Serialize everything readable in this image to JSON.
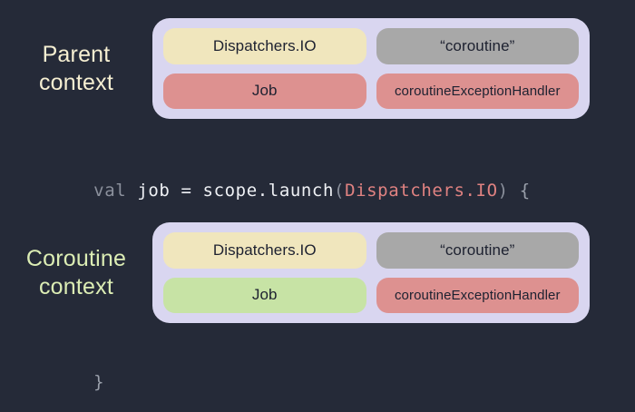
{
  "theme": {
    "background": "#252a38",
    "container_bg": "#d9d6f0",
    "chip_yellow": "#f0e6bd",
    "chip_gray": "#a8a8a8",
    "chip_red": "#dd9190",
    "chip_green": "#c7e3a5",
    "label_cream": "#f6efd2",
    "label_green": "#dcedb4",
    "code_keyword": "#8b909c",
    "code_plain": "#eef0f4",
    "code_type": "#e08281"
  },
  "parent_context": {
    "label_line1": "Parent",
    "label_line2": "context",
    "chips": [
      {
        "text": "Dispatchers.IO",
        "color": "yellow"
      },
      {
        "text": "“coroutine”",
        "color": "gray"
      },
      {
        "text": "Job",
        "color": "red"
      },
      {
        "text": "coroutineExceptionHandler",
        "color": "red"
      }
    ]
  },
  "coroutine_context": {
    "label_line1": "Coroutine",
    "label_line2": "context",
    "chips": [
      {
        "text": "Dispatchers.IO",
        "color": "yellow"
      },
      {
        "text": "“coroutine”",
        "color": "gray"
      },
      {
        "text": "Job",
        "color": "green"
      },
      {
        "text": "coroutineExceptionHandler",
        "color": "red"
      }
    ]
  },
  "code": {
    "open_line": {
      "keyword": "val ",
      "plain_a": "job = scope.launch",
      "paren_open": "(",
      "type": "Dispatchers.IO",
      "paren_close": ")",
      "brace_open": " {"
    },
    "close_line": {
      "brace_close": "}"
    }
  }
}
